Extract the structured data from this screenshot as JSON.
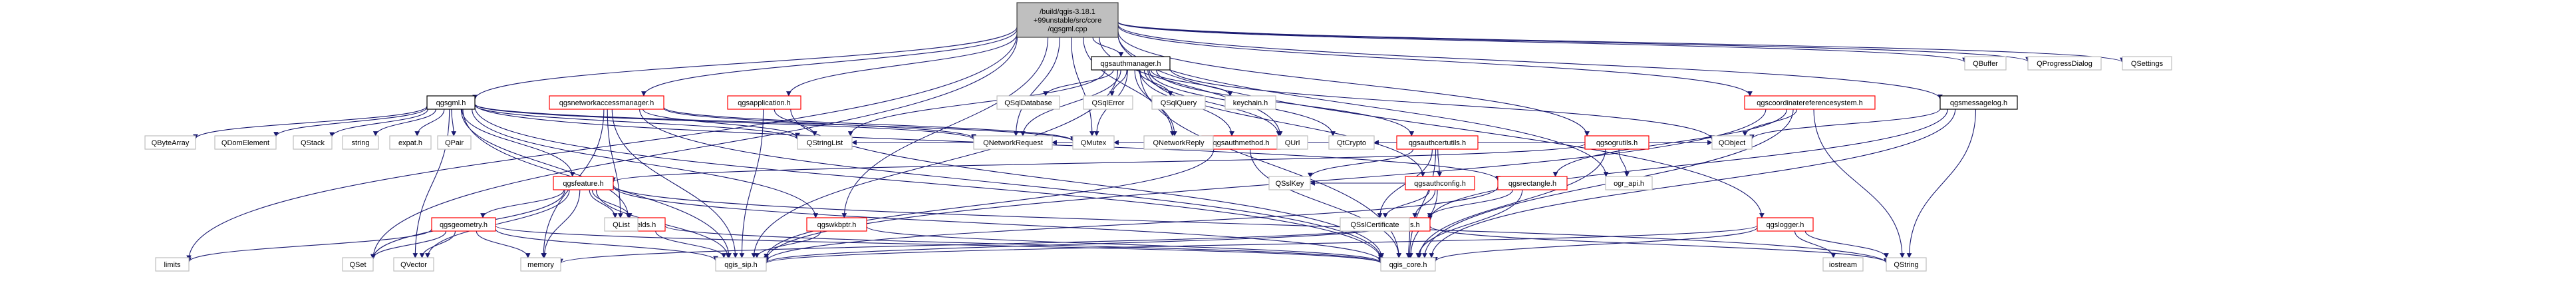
{
  "colors": {
    "edge": "#191970",
    "edge_alt": "#63b8ff",
    "node_border_default": "#bfbfbf",
    "node_border_documented": "#ff0000",
    "node_border_root": "#404040",
    "node_fill": "#ffffff",
    "root_fill": "#bfbfbf"
  },
  "graph": {
    "nodes": [
      {
        "id": "qgsgml_cpp",
        "label": "/build/qgis-3.18.1\n+99unstable/src/core\n/qgsgml.cpp",
        "kind": "root"
      },
      {
        "id": "qgsauthmanager_h",
        "label": "qgsauthmanager.h",
        "kind": "default-black"
      },
      {
        "id": "qgsgml_h",
        "label": "qgsgml.h",
        "kind": "default-black"
      },
      {
        "id": "qgsnetworkaccessmanager_h",
        "label": "qgsnetworkaccessmanager.h",
        "kind": "documented"
      },
      {
        "id": "qgsapplication_h",
        "label": "qgsapplication.h",
        "kind": "documented"
      },
      {
        "id": "qgsauthmethod_h",
        "label": "qgsauthmethod.h",
        "kind": "documented"
      },
      {
        "id": "qgsauthcertutils_h",
        "label": "qgsauthcertutils.h",
        "kind": "documented"
      },
      {
        "id": "qgsogrutils_h",
        "label": "qgsogrutils.h",
        "kind": "documented"
      },
      {
        "id": "qgscoordinatereferencesystem_h",
        "label": "qgscoordinatereferencesystem.h",
        "kind": "documented"
      },
      {
        "id": "qgsmessagelog_h",
        "label": "qgsmessagelog.h",
        "kind": "default-black"
      },
      {
        "id": "qgsfeature_h",
        "label": "qgsfeature.h",
        "kind": "documented"
      },
      {
        "id": "qgsauthconfig_h",
        "label": "qgsauthconfig.h",
        "kind": "documented"
      },
      {
        "id": "qgsrectangle_h",
        "label": "qgsrectangle.h",
        "kind": "documented"
      },
      {
        "id": "qgsgeometry_h",
        "label": "qgsgeometry.h",
        "kind": "documented"
      },
      {
        "id": "qgsfields_h",
        "label": "qgsfields.h",
        "kind": "documented"
      },
      {
        "id": "qgswkbptr_h",
        "label": "qgswkbptr.h",
        "kind": "documented"
      },
      {
        "id": "qgis_h",
        "label": "qgis.h",
        "kind": "documented"
      },
      {
        "id": "qgslogger_h",
        "label": "qgslogger.h",
        "kind": "documented"
      },
      {
        "id": "qgis_sip_h",
        "label": "qgis_sip.h",
        "kind": "default"
      },
      {
        "id": "qgis_core_h",
        "label": "qgis_core.h",
        "kind": "default"
      },
      {
        "id": "QBuffer",
        "label": "QBuffer",
        "kind": "default"
      },
      {
        "id": "QProgressDialog",
        "label": "QProgressDialog",
        "kind": "default"
      },
      {
        "id": "QSettings",
        "label": "QSettings",
        "kind": "default"
      },
      {
        "id": "QSqlDatabase",
        "label": "QSqlDatabase",
        "kind": "default"
      },
      {
        "id": "QSqlError",
        "label": "QSqlError",
        "kind": "default"
      },
      {
        "id": "QSqlQuery",
        "label": "QSqlQuery",
        "kind": "default"
      },
      {
        "id": "keychain_h",
        "label": "keychain.h",
        "kind": "default"
      },
      {
        "id": "QObject",
        "label": "QObject",
        "kind": "default"
      },
      {
        "id": "QByteArray",
        "label": "QByteArray",
        "kind": "default"
      },
      {
        "id": "QDomElement",
        "label": "QDomElement",
        "kind": "default"
      },
      {
        "id": "QStack",
        "label": "QStack",
        "kind": "default"
      },
      {
        "id": "string",
        "label": "string",
        "kind": "default"
      },
      {
        "id": "expat_h",
        "label": "expat.h",
        "kind": "default"
      },
      {
        "id": "QPair",
        "label": "QPair",
        "kind": "default"
      },
      {
        "id": "QStringList",
        "label": "QStringList",
        "kind": "default"
      },
      {
        "id": "QNetworkRequest",
        "label": "QNetworkRequest",
        "kind": "default"
      },
      {
        "id": "QMutex",
        "label": "QMutex",
        "kind": "default"
      },
      {
        "id": "QNetworkReply",
        "label": "QNetworkReply",
        "kind": "default"
      },
      {
        "id": "QUrl",
        "label": "QUrl",
        "kind": "default"
      },
      {
        "id": "QtCrypto",
        "label": "QtCrypto",
        "kind": "default"
      },
      {
        "id": "ogr_api_h",
        "label": "ogr_api.h",
        "kind": "default"
      },
      {
        "id": "QSslKey",
        "label": "QSslKey",
        "kind": "default"
      },
      {
        "id": "QSslCertificate",
        "label": "QSslCertificate",
        "kind": "default"
      },
      {
        "id": "QList",
        "label": "QList",
        "kind": "default"
      },
      {
        "id": "QString",
        "label": "QString",
        "kind": "default"
      },
      {
        "id": "limits",
        "label": "limits",
        "kind": "default"
      },
      {
        "id": "QSet",
        "label": "QSet",
        "kind": "default"
      },
      {
        "id": "QVector",
        "label": "QVector",
        "kind": "default"
      },
      {
        "id": "memory",
        "label": "memory",
        "kind": "default"
      },
      {
        "id": "iostream",
        "label": "iostream",
        "kind": "default"
      }
    ],
    "edges": [
      [
        "qgsgml_cpp",
        "qgsauthmanager_h"
      ],
      [
        "qgsgml_cpp",
        "qgsgml_h"
      ],
      [
        "qgsgml_cpp",
        "qgsnetworkaccessmanager_h"
      ],
      [
        "qgsgml_cpp",
        "qgsapplication_h"
      ],
      [
        "qgsgml_cpp",
        "qgsogrutils_h"
      ],
      [
        "qgsgml_cpp",
        "qgscoordinatereferencesystem_h"
      ],
      [
        "qgsgml_cpp",
        "qgsmessagelog_h"
      ],
      [
        "qgsgml_cpp",
        "qgswkbptr_h"
      ],
      [
        "qgsgml_cpp",
        "qgslogger_h"
      ],
      [
        "qgsgml_cpp",
        "QBuffer"
      ],
      [
        "qgsgml_cpp",
        "QProgressDialog"
      ],
      [
        "qgsgml_cpp",
        "QSettings"
      ],
      [
        "qgsgml_cpp",
        "QUrl"
      ],
      [
        "qgsgml_cpp",
        "QNetworkRequest"
      ],
      [
        "qgsgml_cpp",
        "QNetworkReply"
      ],
      [
        "qgsgml_cpp",
        "QMutex"
      ],
      [
        "qgsgml_cpp",
        "ogr_api_h"
      ],
      [
        "qgsgml_cpp",
        "limits"
      ],
      [
        "qgsgml_cpp",
        "QSet"
      ],
      [
        "qgsauthmanager_h",
        "QSqlDatabase"
      ],
      [
        "qgsauthmanager_h",
        "QSqlError"
      ],
      [
        "qgsauthmanager_h",
        "QSqlQuery"
      ],
      [
        "qgsauthmanager_h",
        "keychain_h"
      ],
      [
        "qgsauthmanager_h",
        "QObject"
      ],
      [
        "qgsauthmanager_h",
        "QMutex"
      ],
      [
        "qgsauthmanager_h",
        "QStringList"
      ],
      [
        "qgsauthmanager_h",
        "QNetworkRequest"
      ],
      [
        "qgsauthmanager_h",
        "QNetworkReply"
      ],
      [
        "qgsauthmanager_h",
        "QtCrypto"
      ],
      [
        "qgsauthmanager_h",
        "QUrl"
      ],
      [
        "qgsauthmanager_h",
        "qgsauthmethod_h"
      ],
      [
        "qgsauthmanager_h",
        "qgsauthcertutils_h"
      ],
      [
        "qgsauthmanager_h",
        "qgsauthconfig_h"
      ],
      [
        "qgsauthmanager_h",
        "qgis_core_h"
      ],
      [
        "qgsauthmanager_h",
        "qgis_sip_h"
      ],
      [
        "qgsgml_h",
        "QByteArray"
      ],
      [
        "qgsgml_h",
        "QDomElement"
      ],
      [
        "qgsgml_h",
        "QStack"
      ],
      [
        "qgsgml_h",
        "string"
      ],
      [
        "qgsgml_h",
        "expat_h"
      ],
      [
        "qgsgml_h",
        "QPair"
      ],
      [
        "qgsgml_h",
        "QStringList"
      ],
      [
        "qgsgml_h",
        "QNetworkRequest"
      ],
      [
        "qgsgml_h",
        "QMutex"
      ],
      [
        "qgsgml_h",
        "qgsfeature_h"
      ],
      [
        "qgsgml_h",
        "qgsfields_h"
      ],
      [
        "qgsgml_h",
        "qgsrectangle_h"
      ],
      [
        "qgsgml_h",
        "qgswkbptr_h"
      ],
      [
        "qgsgml_h",
        "qgis_core_h"
      ],
      [
        "qgsgml_h",
        "qgis_sip_h"
      ],
      [
        "qgsgml_h",
        "QVector"
      ],
      [
        "qgsnetworkaccessmanager_h",
        "QStringList"
      ],
      [
        "qgsnetworkaccessmanager_h",
        "QNetworkRequest"
      ],
      [
        "qgsnetworkaccessmanager_h",
        "QMutex"
      ],
      [
        "qgsnetworkaccessmanager_h",
        "QList"
      ],
      [
        "qgsnetworkaccessmanager_h",
        "qgis_core_h"
      ],
      [
        "qgsnetworkaccessmanager_h",
        "qgis_sip_h"
      ],
      [
        "qgsnetworkaccessmanager_h",
        "memory"
      ],
      [
        "qgsapplication_h",
        "QStringList"
      ],
      [
        "qgsapplication_h",
        "qgis_core_h"
      ],
      [
        "qgsapplication_h",
        "qgis_sip_h"
      ],
      [
        "qgsauthmethod_h",
        "QObject"
      ],
      [
        "qgsauthmethod_h",
        "QNetworkRequest"
      ],
      [
        "qgsauthmethod_h",
        "QNetworkReply"
      ],
      [
        "qgsauthmethod_h",
        "QStringList"
      ],
      [
        "qgsauthmethod_h",
        "QUrl"
      ],
      [
        "qgsauthmethod_h",
        "QMutex"
      ],
      [
        "qgsauthmethod_h",
        "qgis_core_h"
      ],
      [
        "qgsauthmethod_h",
        "qgis_sip_h"
      ],
      [
        "qgsauthcertutils_h",
        "QtCrypto"
      ],
      [
        "qgsauthcertutils_h",
        "QSslCertificate"
      ],
      [
        "qgsauthcertutils_h",
        "QSslKey"
      ],
      [
        "qgsauthcertutils_h",
        "qgsauthconfig_h"
      ],
      [
        "qgsauthcertutils_h",
        "qgis_core_h"
      ],
      [
        "qgsauthconfig_h",
        "QSslCertificate"
      ],
      [
        "qgsauthconfig_h",
        "QSslKey"
      ],
      [
        "qgsauthconfig_h",
        "qgis_h"
      ],
      [
        "qgsauthconfig_h",
        "qgis_core_h"
      ],
      [
        "qgsogrutils_h",
        "ogr_api_h"
      ],
      [
        "qgsogrutils_h",
        "qgsfeature_h"
      ],
      [
        "qgsogrutils_h",
        "qgis_core_h"
      ],
      [
        "qgscoordinatereferencesystem_h",
        "QObject"
      ],
      [
        "qgscoordinatereferencesystem_h",
        "qgsrectangle_h"
      ],
      [
        "qgscoordinatereferencesystem_h",
        "QString"
      ],
      [
        "qgscoordinatereferencesystem_h",
        "qgis_core_h"
      ],
      [
        "qgscoordinatereferencesystem_h",
        "qgis_sip_h"
      ],
      [
        "qgsmessagelog_h",
        "QObject"
      ],
      [
        "qgsmessagelog_h",
        "QString"
      ],
      [
        "qgsmessagelog_h",
        "qgis_core_h"
      ],
      [
        "qgsmessagelog_h",
        "qgis_h"
      ],
      [
        "qgsfeature_h",
        "qgsgeometry_h"
      ],
      [
        "qgsfeature_h",
        "qgsfields_h"
      ],
      [
        "qgsfeature_h",
        "QList"
      ],
      [
        "qgsfeature_h",
        "QSet"
      ],
      [
        "qgsfeature_h",
        "QVector"
      ],
      [
        "qgsfeature_h",
        "memory"
      ],
      [
        "qgsfeature_h",
        "qgis_core_h"
      ],
      [
        "qgsfeature_h",
        "qgis_sip_h"
      ],
      [
        "qgsfeature_h",
        "QString"
      ],
      [
        "qgsrectangle_h",
        "qgis_h"
      ],
      [
        "qgsrectangle_h",
        "qgis_core_h"
      ],
      [
        "qgsrectangle_h",
        "qgis_sip_h"
      ],
      [
        "qgsgeometry_h",
        "limits"
      ],
      [
        "qgsgeometry_h",
        "QSet"
      ],
      [
        "qgsgeometry_h",
        "QVector"
      ],
      [
        "qgsgeometry_h",
        "memory"
      ],
      [
        "qgsgeometry_h",
        "qgis_core_h"
      ],
      [
        "qgsgeometry_h",
        "qgis_sip_h"
      ],
      [
        "qgsfields_h",
        "qgis_core_h"
      ],
      [
        "qgsfields_h",
        "qgis_sip_h"
      ],
      [
        "qgswkbptr_h",
        "qgis_core_h"
      ],
      [
        "qgswkbptr_h",
        "qgis_sip_h"
      ],
      [
        "qgis_h",
        "qgis_core_h"
      ],
      [
        "qgis_h",
        "qgis_sip_h"
      ],
      [
        "qgis_h",
        "memory"
      ],
      [
        "qgis_h",
        "QString"
      ],
      [
        "qgslogger_h",
        "iostream"
      ],
      [
        "qgslogger_h",
        "QString"
      ],
      [
        "qgslogger_h",
        "qgis_core_h"
      ],
      [
        "qgslogger_h",
        "qgis_sip_h"
      ]
    ]
  }
}
